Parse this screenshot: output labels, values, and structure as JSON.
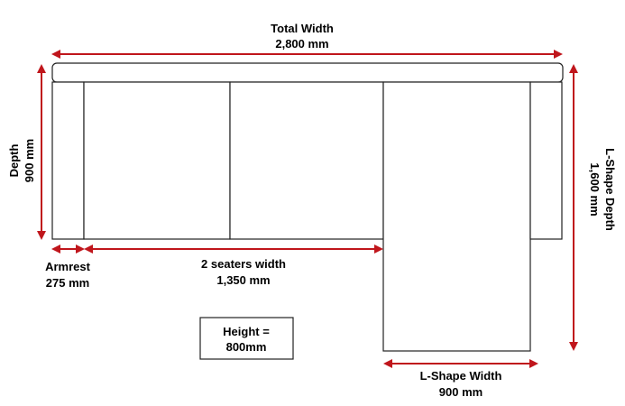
{
  "colors": {
    "dimension": "#c0161c",
    "outline": "#222222",
    "background": "#ffffff"
  },
  "total_width": {
    "title": "Total Width",
    "value": "2,800 mm"
  },
  "depth": {
    "title": "Depth",
    "value": "900 mm"
  },
  "l_shape_depth": {
    "title": "L-Shape Depth",
    "value": "1,600 mm"
  },
  "armrest": {
    "title": "Armrest",
    "value": "275 mm"
  },
  "seaters_width": {
    "title": "2 seaters width",
    "value": "1,350 mm"
  },
  "height_box": {
    "line1": "Height =",
    "line2": "800mm"
  },
  "l_shape_width": {
    "title": "L-Shape Width",
    "value": "900 mm"
  }
}
